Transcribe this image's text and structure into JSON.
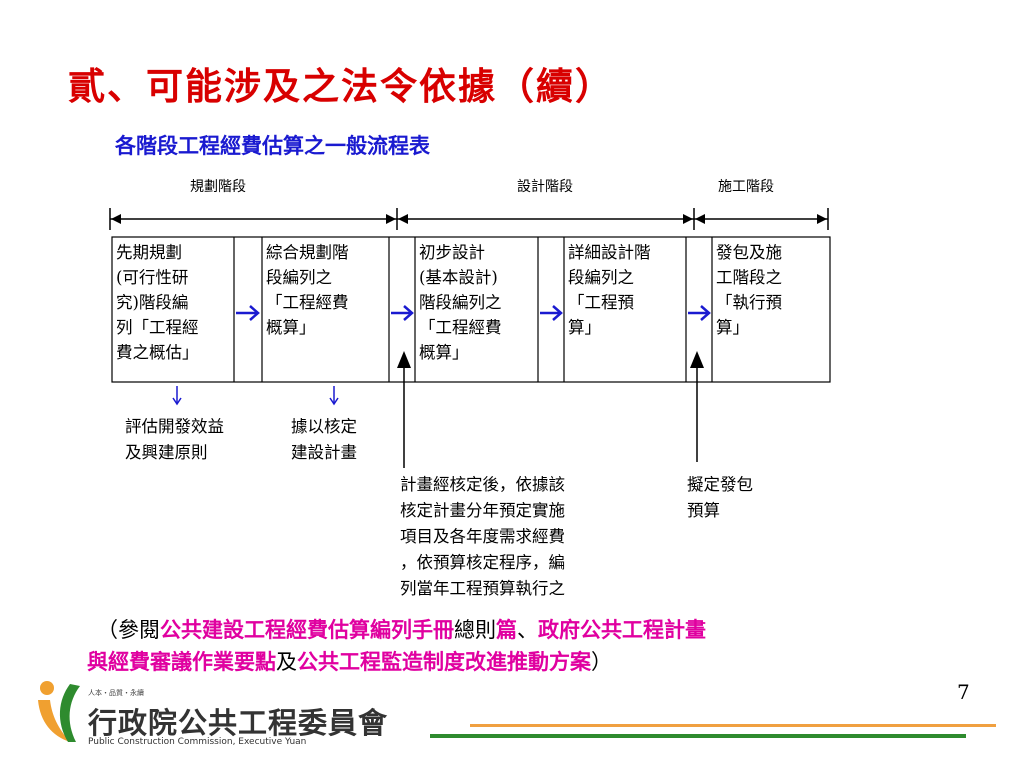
{
  "title": "貳、可能涉及之法令依據（續）",
  "subtitle": "各階段工程經費估算之一般流程表",
  "phases": [
    {
      "label": "規劃階段"
    },
    {
      "label": "設計階段"
    },
    {
      "label": "施工階段"
    }
  ],
  "boxes": [
    {
      "text": "先期規劃\n(可行性研\n究)階段編\n列「工程經\n費之概估」"
    },
    {
      "text": "綜合規劃階\n段編列之\n「工程經費\n概算」"
    },
    {
      "text": "初步設計\n(基本設計)\n階段編列之\n「工程經費\n概算」"
    },
    {
      "text": "詳細設計階\n段編列之\n「工程預\n算」"
    },
    {
      "text": "發包及施\n工階段之\n「執行預\n算」"
    }
  ],
  "notes": [
    {
      "text": "評估開發效益\n及興建原則"
    },
    {
      "text": "據以核定\n建設計畫"
    },
    {
      "text": "計畫經核定後，依據該\n核定計畫分年預定實施\n項目及各年度需求經費\n，依預算核定程序，編\n列當年工程預算執行之"
    },
    {
      "text": "擬定發包\n預算"
    }
  ],
  "reference": {
    "open": "（參閱",
    "doc1": "公共建設工程經費估算編列手冊",
    "doc1_suffix": "總則",
    "doc1_end": "篇",
    "sep1": "、",
    "doc2": "政府公共工程計畫",
    "doc2b": "與經費審議作業要點",
    "sep2": "及",
    "doc3": "公共工程監造制度改進推動方案",
    "close": "）"
  },
  "page_number": "7",
  "logo": {
    "name": "行政院公共工程委員會",
    "english": "Public Construction Commission, Executive Yuan",
    "tagline": "人本・品質・永續"
  },
  "colors": {
    "title": "#d80000",
    "subtitle": "#1a1ad0",
    "arrow": "#1a1ad0",
    "reference_highlight": "#e000a0",
    "footer_line_green": "#2e8b2e",
    "footer_line_orange": "#f0a040"
  }
}
